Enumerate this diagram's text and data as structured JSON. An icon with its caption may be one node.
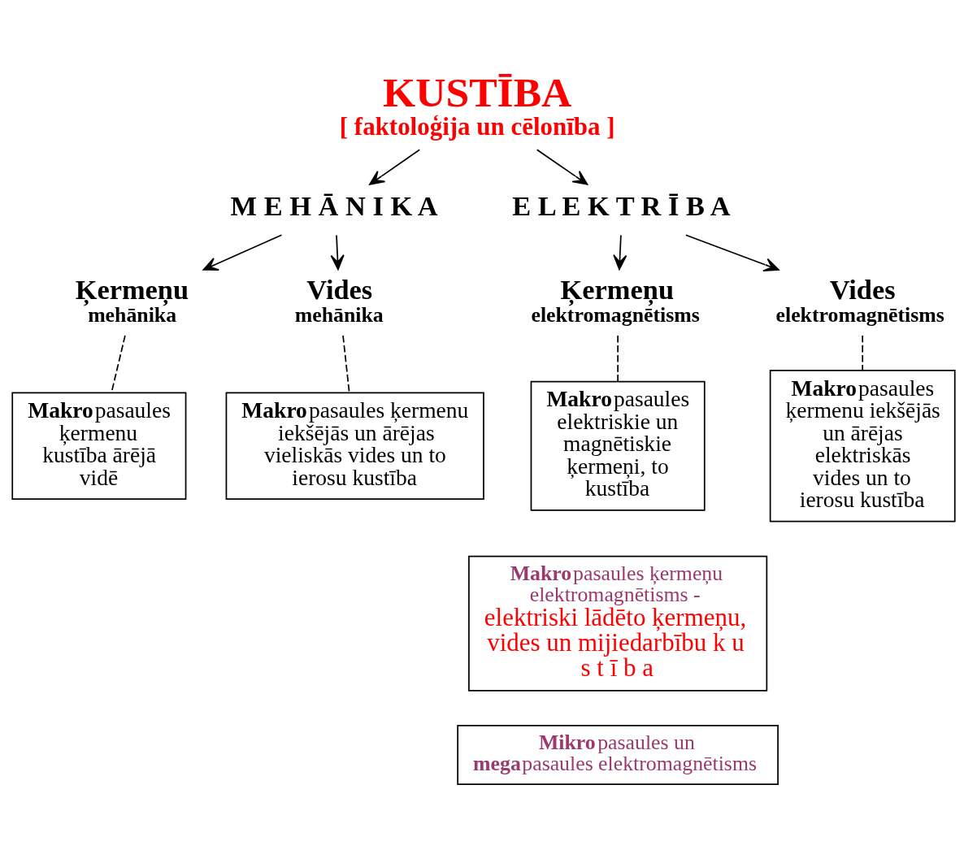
{
  "diagram": {
    "nodes": [
      {
        "text": [
          "KUSTĪBA",
          "[ faktoloģija un cēlonība ]"
        ]
      },
      {
        "text": [
          "M E H Ā N I K A"
        ]
      },
      {
        "text": [
          "Ķermeņu",
          "mehānika"
        ]
      },
      {
        "text": [
          "Vides",
          "mehānika"
        ]
      },
      {
        "text": [
          "**Makro**pasaules ķermenu kustība ārējā vidē"
        ]
      },
      {
        "text": [
          "**Makro**pasaules ķermenu iekšējās un ārējas vieliskās vides un to ierosu kustība"
        ]
      },
      {
        "text": [
          "E L E K T R Ī B A"
        ]
      },
      {
        "text": [
          "Ķermeņu",
          "elektromagnētisms"
        ]
      },
      {
        "text": [
          "Vides",
          "elektromagnētisms"
        ]
      },
      {
        "text": [
          "**Makro**pasaules elektriskie un magnētiskie ķermeņi, to kustība"
        ]
      },
      {
        "text": [
          "**Makro**pasaules ķermenu iekšējās un ārējas elektriskās vides un to ierosu kustība"
        ]
      },
      {
        "text": [
          "**Makro**pasaules ķermeņu elektromagnētisms -",
          "elektriski lādēto ķermeņu, vides un mijiedarbību k u s t ī b a"
        ]
      },
      {
        "text": [
          "**Mikro**pasaules un **mega**pasaules elektromagnētisms"
        ]
      }
    ],
    "edges": [
      {
        "from": 0,
        "to": 1,
        "arrow": "to"
      },
      {
        "from": 0,
        "to": 6,
        "arrow": "to"
      },
      {
        "from": 1,
        "to": 2,
        "arrow": "to"
      },
      {
        "from": 1,
        "to": 3,
        "arrow": "to"
      },
      {
        "from": 6,
        "to": 7,
        "arrow": "to"
      },
      {
        "from": 6,
        "to": 8,
        "arrow": "to"
      },
      {
        "from": 2,
        "to": 4,
        "arrow": "none",
        "style": "dashed"
      },
      {
        "from": 3,
        "to": 5,
        "arrow": "none",
        "style": "dashed"
      },
      {
        "from": 7,
        "to": 9,
        "arrow": "none",
        "style": "dashed"
      },
      {
        "from": 8,
        "to": 10,
        "arrow": "none",
        "style": "dashed"
      }
    ]
  }
}
